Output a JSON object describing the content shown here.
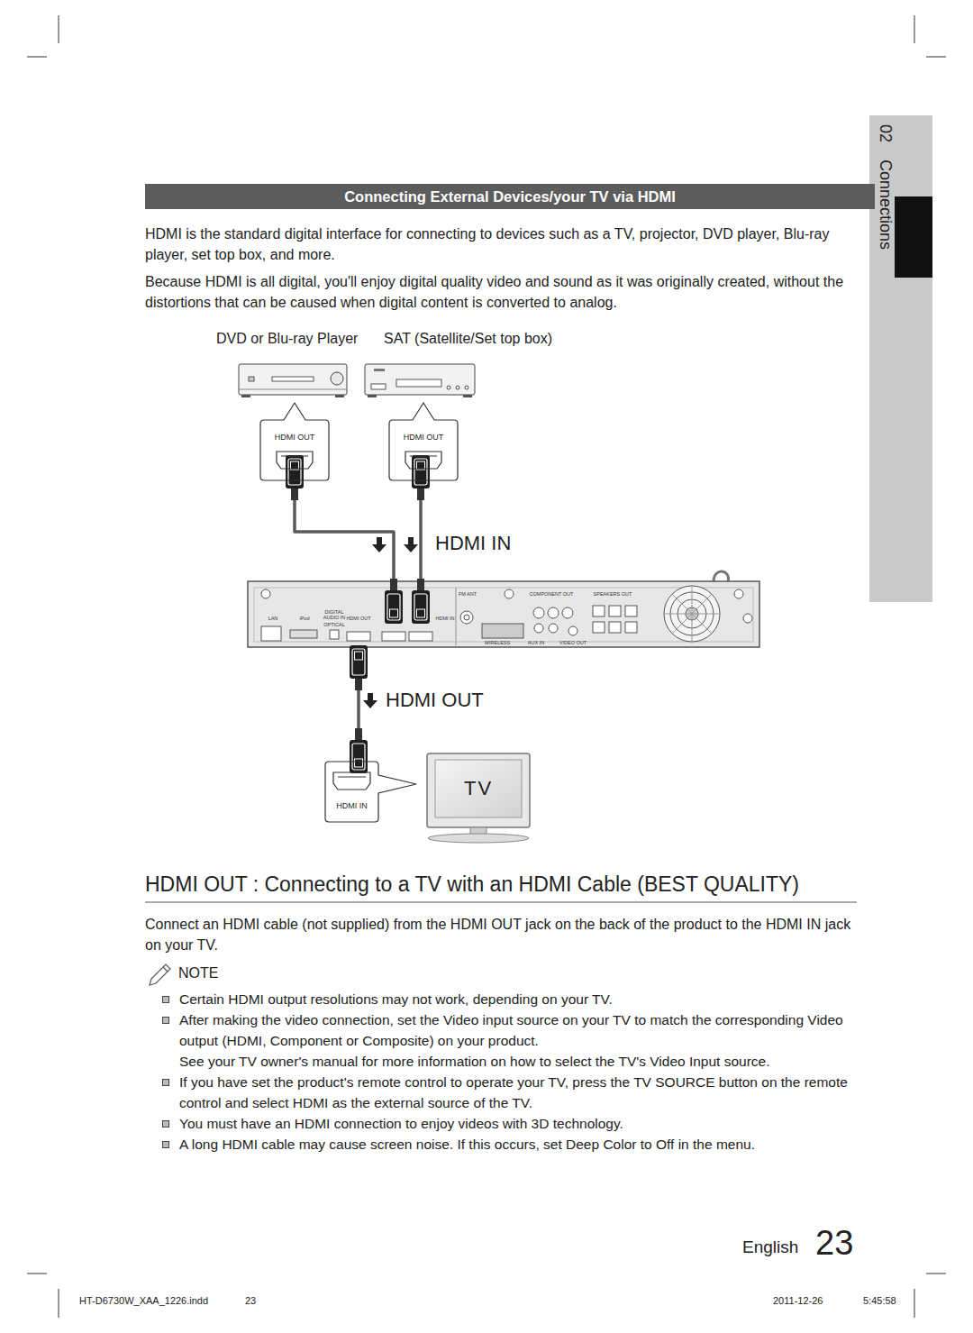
{
  "diagram": {
    "title": "HDMI OUT : Connecting to a TV with an HDMI Cable (BEST QUALITY)",
    "nodes": [
      {
        "text": [
          "02 Connections"
        ]
      },
      {
        "text": [
          "Connecting External Devices/your TV via HDMI"
        ]
      },
      {
        "text": [
          "HDMI OUT"
        ]
      },
      {
        "text": [
          "HDMI OUT"
        ]
      },
      {
        "text": [
          "LAN",
          "iPod",
          "DIGITAL AUDIO IN",
          "OPTICAL",
          "HDMI OUT",
          "HDMI IN",
          "FM ANT",
          "COMPONENT OUT",
          "SPEAKERS OUT",
          "WIRELESS",
          "AUX IN",
          "VIDEO OUT"
        ]
      },
      {
        "text": [
          "HDMI IN"
        ]
      },
      {
        "text": [
          "TV"
        ]
      }
    ],
    "edges": [
      {
        "from": 2,
        "to": 4,
        "arrow": "none"
      },
      {
        "from": 3,
        "to": 4,
        "arrow": "none"
      },
      {
        "from": 4,
        "to": 5,
        "arrow": "none"
      }
    ],
    "labels": [
      "HDMI is the standard digital interface for connecting to devices such as a TV, projector, DVD player, Blu-ray player, set top box, and more.",
      "Because HDMI is all digital, you'll enjoy digital quality video and sound as it was originally created, without the distortions that can be caused when digital content is converted to analog.",
      "DVD or Blu-ray Player",
      "SAT (Satellite/Set top box)",
      "HDMI IN",
      "HDMI OUT",
      "Connect an HDMI cable (not supplied) from the HDMI OUT jack on the back of the product to the HDMI IN jack on your TV.",
      "NOTE",
      "Certain HDMI output resolutions may not work, depending on your TV.",
      "After making the video connection, set the Video input source on your TV to match the corresponding Video output (HDMI, Component or Composite) on your product.",
      "See your TV owner's manual for more information on how to select the TV's Video Input source.",
      "If you have set the product's remote control to operate your TV, press the TV SOURCE button on the remote control and select HDMI as the external source of the TV.",
      "You must have an HDMI connection to enjoy videos with 3D technology.",
      "A long HDMI cable may cause screen noise. If this occurs, set Deep Color to Off in the menu.",
      "English",
      "23",
      "HT-D6730W_XAA_1226.indd",
      "23",
      "2011-12-26",
      "5:45:58"
    ]
  }
}
